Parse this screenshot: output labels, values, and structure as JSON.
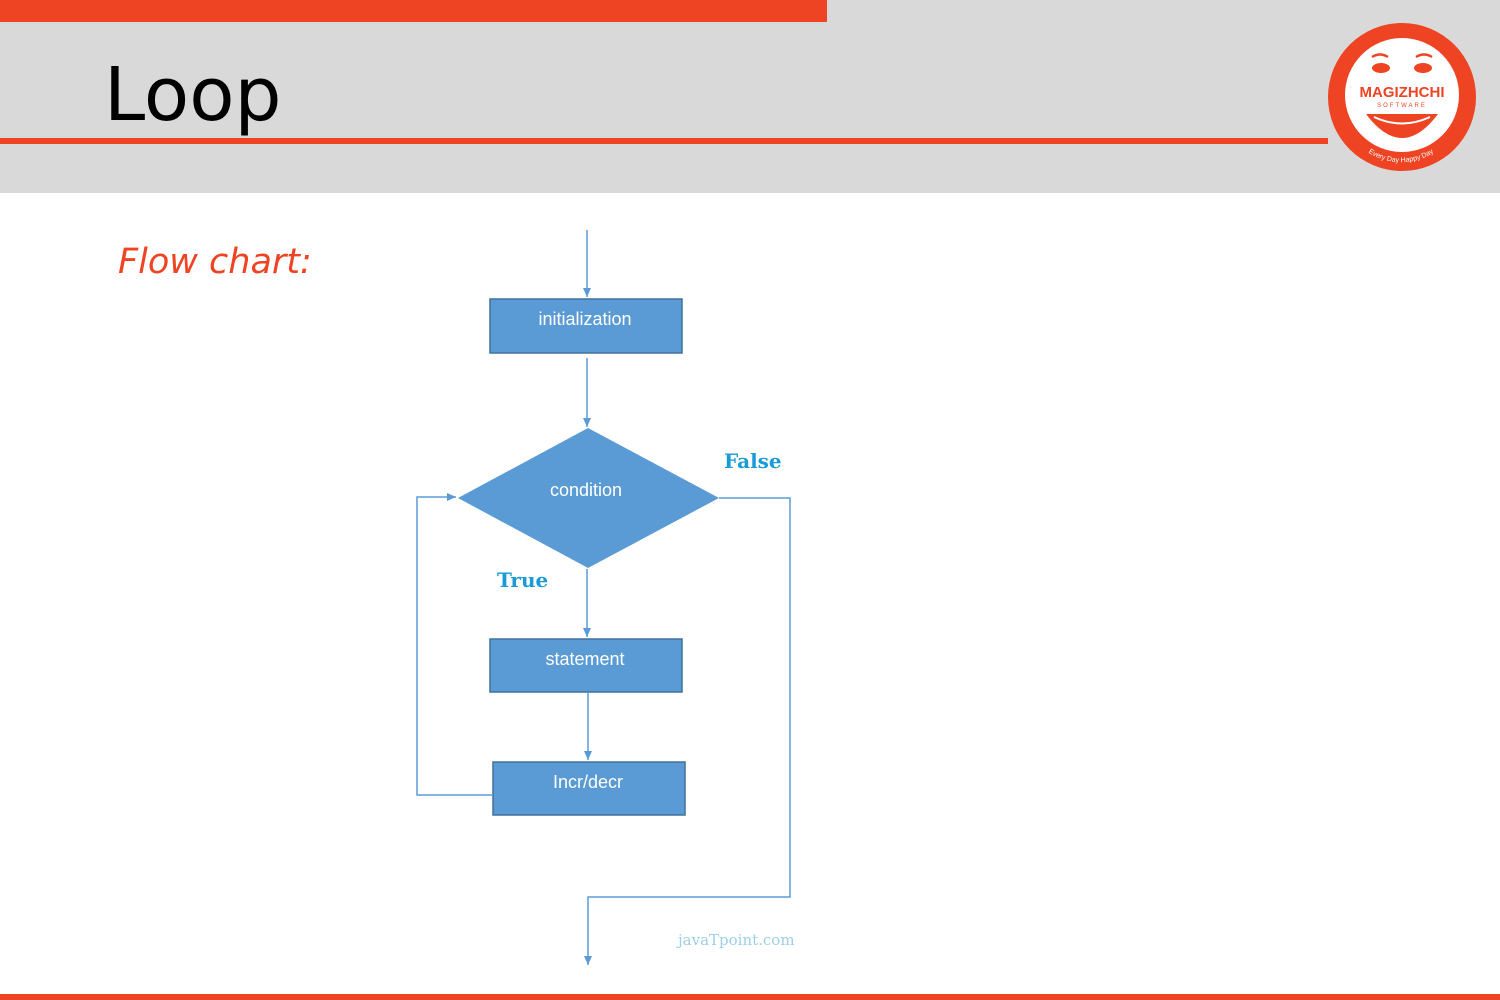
{
  "slide": {
    "title": "Loop",
    "subtitle": "Flow chart:"
  },
  "logo": {
    "name": "MAGIZHCHI",
    "sub": "SOFTWARE",
    "tagline": "Every Day Happy Day"
  },
  "flowchart": {
    "nodes": {
      "initialization": "initialization",
      "condition": "condition",
      "statement": "statement",
      "incr": "Incr/decr"
    },
    "labels": {
      "false": "False",
      "true": "True"
    },
    "watermark": "javaTpoint.com"
  },
  "colors": {
    "accent": "#ee4423",
    "header_bg": "#d9d9d9",
    "node_fill": "#5b9bd5",
    "node_stroke": "#41719c",
    "line": "#5b9bd5",
    "branch_text": "#1a9ad6"
  }
}
